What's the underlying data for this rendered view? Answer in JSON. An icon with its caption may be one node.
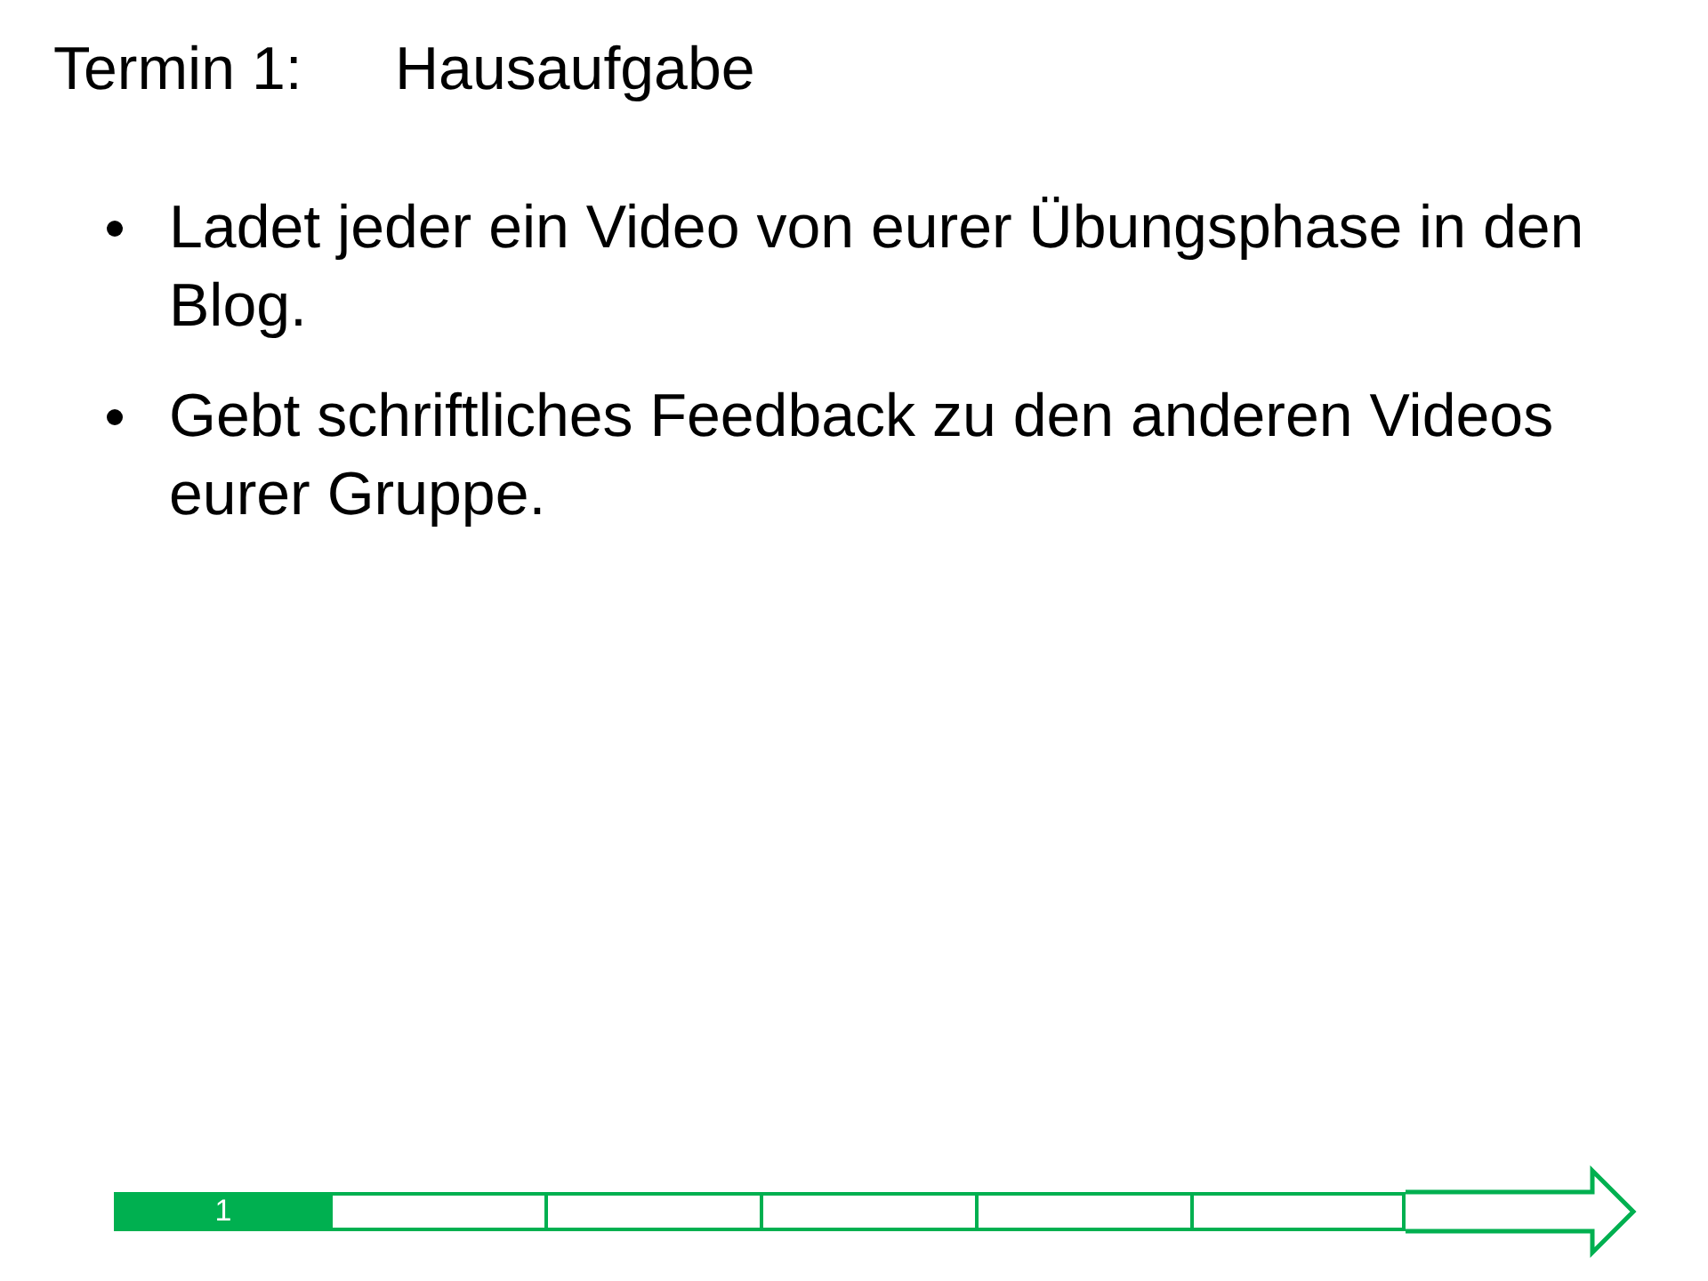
{
  "diagram": {
    "nodes": [
      {
        "text": [
          "1"
        ]
      },
      {
        "text": [],
        "shape": "box"
      },
      {
        "text": [],
        "shape": "box"
      },
      {
        "text": [],
        "shape": "box"
      },
      {
        "text": [],
        "shape": "box"
      },
      {
        "text": [],
        "shape": "box"
      }
    ],
    "labels": [
      "Termin 1:",
      "Hausaufgabe",
      "Ladet jeder ein Video von eurer Übungsphase in den Blog.",
      "Gebt schriftliches Feedback zu den anderen Videos eurer Gruppe."
    ]
  }
}
